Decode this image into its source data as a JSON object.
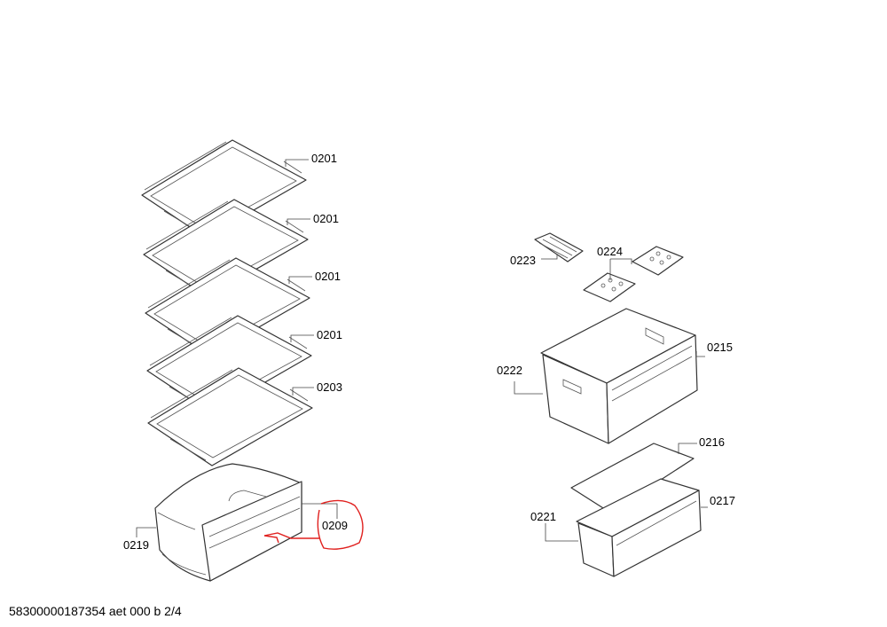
{
  "diagram": {
    "callouts": [
      {
        "id": "shelf-1",
        "label": "0201"
      },
      {
        "id": "shelf-2",
        "label": "0201"
      },
      {
        "id": "shelf-3",
        "label": "0201"
      },
      {
        "id": "shelf-4",
        "label": "0201"
      },
      {
        "id": "shelf-5",
        "label": "0203"
      },
      {
        "id": "drawer-left-front",
        "label": "0209"
      },
      {
        "id": "drawer-left-body",
        "label": "0219"
      },
      {
        "id": "ice-tray",
        "label": "0223"
      },
      {
        "id": "cold-pack",
        "label": "0224"
      },
      {
        "id": "drawer-upper-front",
        "label": "0215"
      },
      {
        "id": "drawer-upper-body",
        "label": "0222"
      },
      {
        "id": "glass-plate",
        "label": "0216"
      },
      {
        "id": "drawer-lower-front",
        "label": "0217"
      },
      {
        "id": "drawer-lower-body",
        "label": "0221"
      }
    ],
    "annotation_color": "#e0201e"
  },
  "footer": {
    "text": "58300000187354 aet 000 b 2/4"
  }
}
